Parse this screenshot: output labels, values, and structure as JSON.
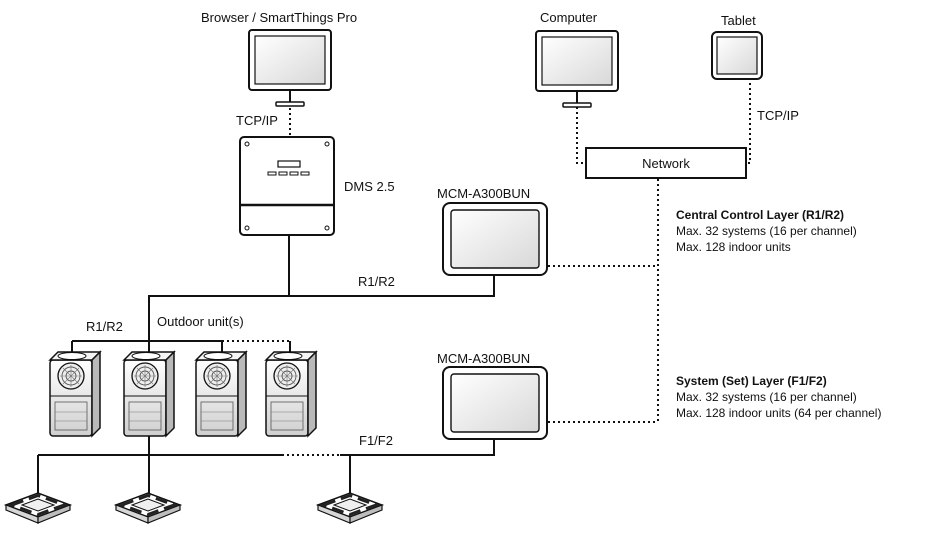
{
  "labels": {
    "browser": "Browser / SmartThings Pro",
    "computer": "Computer",
    "tablet": "Tablet",
    "tcpip_left": "TCP/IP",
    "tcpip_right": "TCP/IP",
    "network": "Network",
    "dms": "DMS 2.5",
    "mcm_top": "MCM-A300BUN",
    "mcm_bottom": "MCM-A300BUN",
    "r1r2_main": "R1/R2",
    "r1r2_outdoor": "R1/R2",
    "outdoor_units": "Outdoor unit(s)",
    "f1f2": "F1/F2"
  },
  "central_layer": {
    "title": "Central Control Layer (R1/R2)",
    "line1": "Max. 32 systems (16 per channel)",
    "line2": "Max. 128 indoor units"
  },
  "system_layer": {
    "title": "System (Set) Layer (F1/F2)",
    "line1": "Max. 32 systems (16 per channel)",
    "line2": "Max. 128 indoor units (64 per channel)"
  }
}
